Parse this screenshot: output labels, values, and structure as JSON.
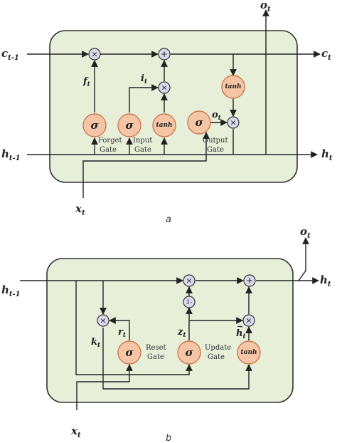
{
  "diagram_a": {
    "caption": "a",
    "inputs": {
      "c_prev": "c",
      "c_prev_sub": "t-1",
      "h_prev": "h",
      "h_prev_sub": "t-1",
      "x": "x",
      "x_sub": "t"
    },
    "outputs": {
      "c": "c",
      "c_sub": "t",
      "h": "h",
      "h_sub": "t",
      "o": "o",
      "o_sub": "t"
    },
    "gates": {
      "forget": {
        "symbol": "σ",
        "label_line1": "Forget",
        "label_line2": "Gate",
        "signal": "f",
        "signal_sub": "t"
      },
      "input": {
        "symbol": "σ",
        "label_line1": "Input",
        "label_line2": "Gate",
        "signal": "i",
        "signal_sub": "t"
      },
      "candidate": {
        "symbol": "tanh"
      },
      "output": {
        "symbol": "σ",
        "label_line1": "Output",
        "label_line2": "Gate",
        "signal": "o",
        "signal_sub": "t"
      },
      "cell_tanh": {
        "symbol": "tanh"
      }
    },
    "ops": {
      "mul": "×",
      "add": "+"
    }
  },
  "diagram_b": {
    "caption": "b",
    "inputs": {
      "h_prev": "h",
      "h_prev_sub": "t-1",
      "x": "x",
      "x_sub": "t"
    },
    "outputs": {
      "h": "h",
      "h_sub": "t",
      "o": "o",
      "o_sub": "t"
    },
    "gates": {
      "reset": {
        "symbol": "σ",
        "label_line1": "Reset",
        "label_line2": "Gate",
        "signal": "r",
        "signal_sub": "t"
      },
      "update": {
        "symbol": "σ",
        "label_line1": "Update",
        "label_line2": "Gate",
        "signal": "z",
        "signal_sub": "t"
      },
      "candidate": {
        "symbol": "tanh",
        "signal": "h",
        "signal_sub": "t",
        "signal_accent": "~"
      }
    },
    "k_label": "k",
    "k_sub": "t",
    "one_minus": "1-",
    "ops": {
      "mul": "×",
      "add": "+"
    }
  }
}
